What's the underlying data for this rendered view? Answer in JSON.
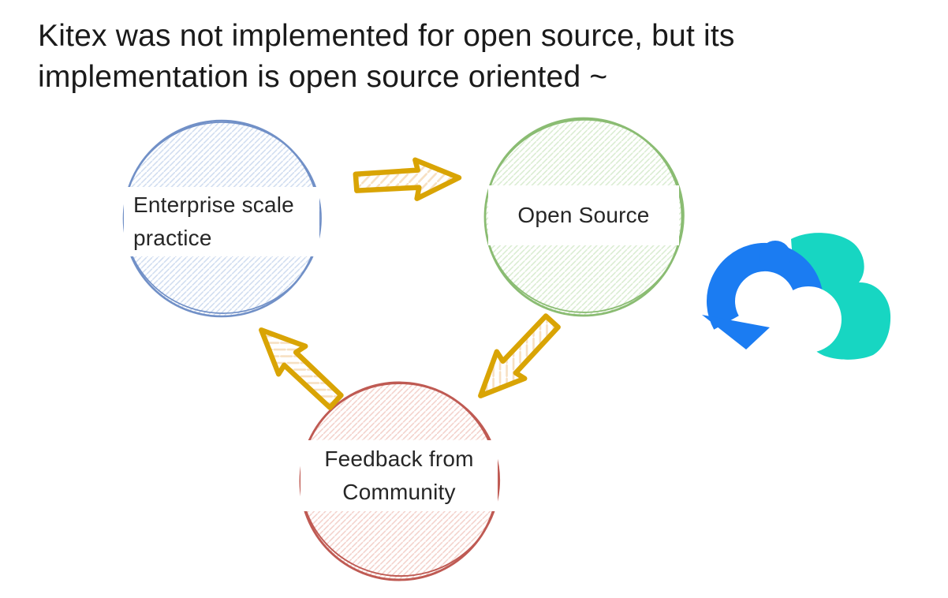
{
  "title": {
    "line1": "Kitex was not implemented for open source, but its",
    "line2": "implementation is open source oriented ~"
  },
  "diagram": {
    "nodes": [
      {
        "id": "enterprise-practice",
        "label": "Enterprise scale practice",
        "stroke": "#7190c7",
        "hatch": "#cfdcf0"
      },
      {
        "id": "open-source",
        "label": "Open Source",
        "stroke": "#8abc72",
        "hatch": "#d9ecd0"
      },
      {
        "id": "feedback-community",
        "label": "Feedback from Community",
        "stroke": "#bf5a53",
        "hatch": "#f3d0ca"
      }
    ],
    "arrows": [
      {
        "id": "practice-to-opensource",
        "direction": "right"
      },
      {
        "id": "opensource-to-feedback",
        "direction": "down-left"
      },
      {
        "id": "feedback-to-practice",
        "direction": "up-left"
      }
    ],
    "arrow_color": "#d9a404",
    "arrow_hatch": "#f7e0c2"
  },
  "logo": {
    "name": "cloudwego-logo",
    "blue": "#1b7cf2",
    "teal": "#17d6c2"
  }
}
